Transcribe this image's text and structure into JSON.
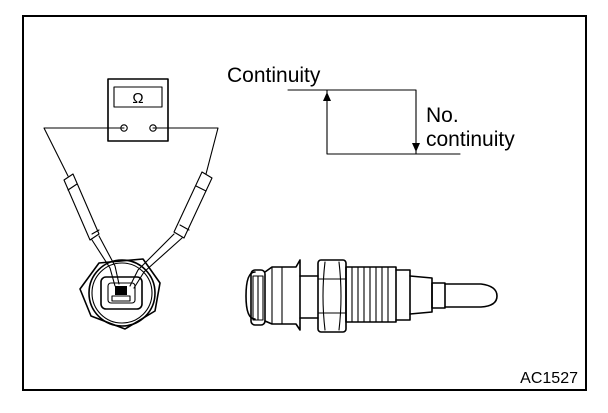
{
  "figure": {
    "code": "AC1527",
    "legend": {
      "continuity": "Continuity",
      "no_continuity_line1": "No.",
      "no_continuity_line2": "continuity"
    },
    "meter": {
      "symbol": "Ω"
    }
  }
}
